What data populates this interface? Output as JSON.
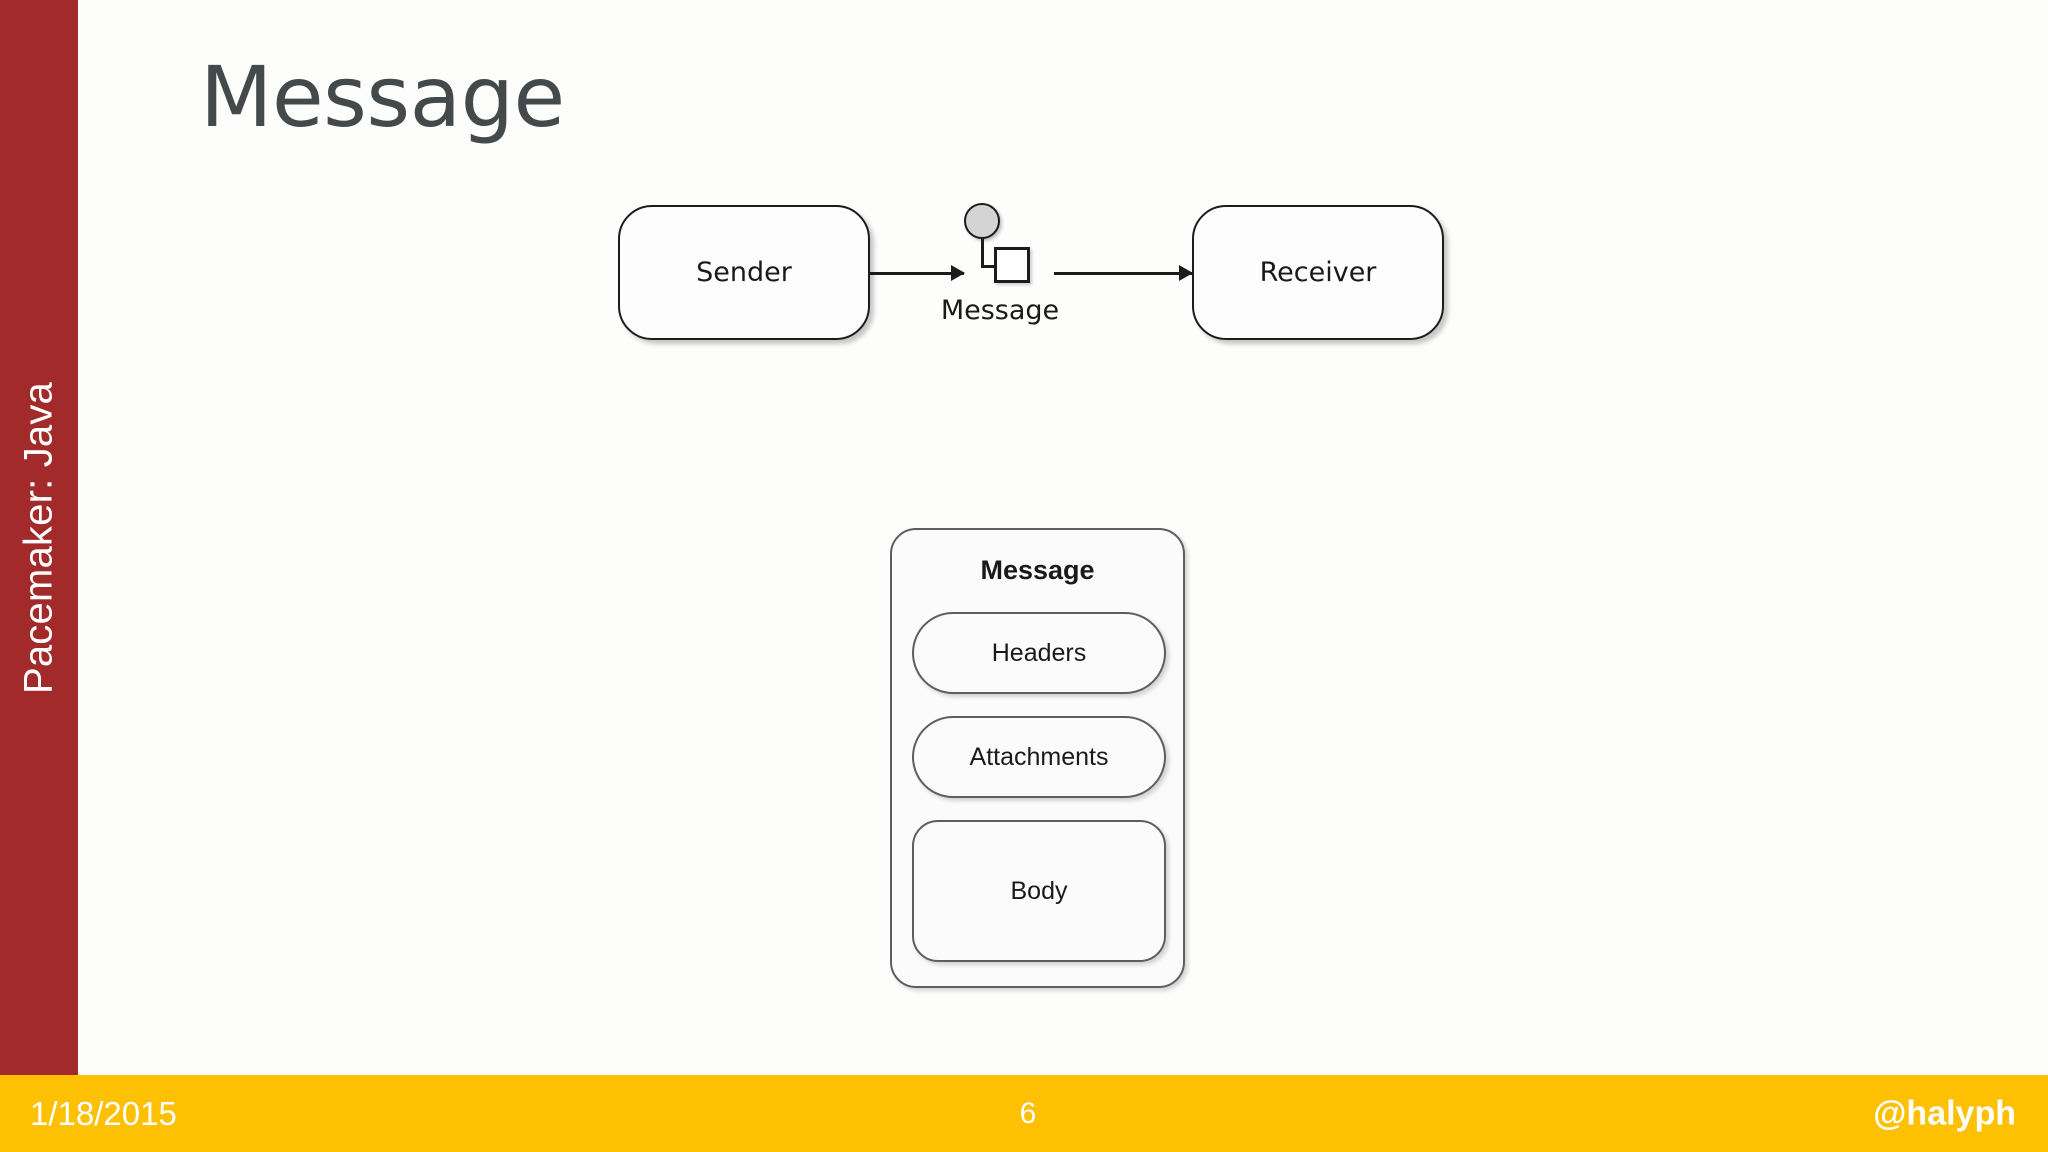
{
  "slide": {
    "title": "Message",
    "background_color": "#fdfefb"
  },
  "sidebar": {
    "label": "Pacemaker: Java",
    "color": "#a32a2a",
    "text_color": "#ffffff"
  },
  "flow_diagram": {
    "sender_label": "Sender",
    "receiver_label": "Receiver",
    "message_icon_label": "Message",
    "icon_name": "message-token-icon",
    "icon_circle_fill": "#d4d4d4",
    "icon_square_fill": "#ffffff",
    "stroke_color": "#1c1c1c"
  },
  "message_structure": {
    "title": "Message",
    "parts": [
      {
        "label": "Headers"
      },
      {
        "label": "Attachments"
      },
      {
        "label": "Body"
      }
    ],
    "stroke_color": "#5e5e5e",
    "fill_color": "#fbfbfb"
  },
  "footer": {
    "date": "1/18/2015",
    "page_number": "6",
    "handle": "@halyph",
    "background_color": "#fdc003",
    "text_color": "#ffffff"
  }
}
